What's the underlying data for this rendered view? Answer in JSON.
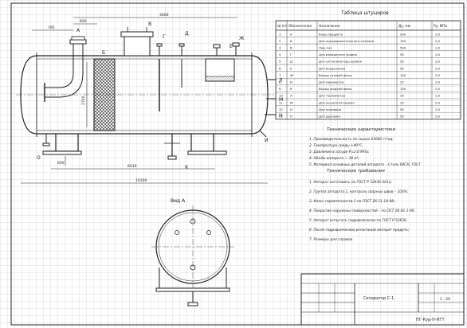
{
  "table": {
    "title": "Таблица штуцеров",
    "headers": [
      "№ п/п",
      "Обозначение",
      "Назначение",
      "Ду, мм",
      "Ру, МПа"
    ],
    "rows": [
      [
        "1",
        "А",
        "Вход продукта",
        "200",
        "2,0"
      ],
      [
        "2",
        "Б",
        "Для предохранительного клапана",
        "100",
        "2,0"
      ],
      [
        "3",
        "В",
        "Люк-лаз",
        "500",
        "2,0"
      ],
      [
        "4",
        "Г",
        "Для измерителя уровня",
        "50",
        "2,0"
      ],
      [
        "5",
        "Д",
        "Для сигнализатора уровня",
        "50",
        "2,0"
      ],
      [
        "6",
        "Е",
        "Для воздушника",
        "50",
        "2,0"
      ],
      [
        "7",
        "Ж",
        "Выход газовой фазы",
        "100",
        "2,0"
      ],
      [
        "8",
        "И",
        "Для манометра",
        "25",
        "2,0"
      ],
      [
        "9",
        "К",
        "Выход жидкой фазы",
        "150",
        "2,0"
      ],
      [
        "10",
        "Л",
        "Для термометра",
        "25",
        "2,0"
      ],
      [
        "11",
        "М",
        "Для указателя уровня",
        "25",
        "2,0"
      ],
      [
        "12",
        "Н",
        "Для пропарки",
        "50",
        "2,0"
      ],
      [
        "13",
        "О",
        "Для дренажа",
        "50",
        "2,0"
      ]
    ]
  },
  "tech_specs": {
    "title": "Технические характеристики",
    "items": [
      "1. Производительность по сырью 63000 т/год;",
      "2. Температура среды +40°С;",
      "3. Давление в сосуде Р=2,0 МПа;",
      "4. Объём аппарата ~ 38 м³;",
      "5. Материал основных деталей аппарата – Сталь 09Г2С ГОСТ"
    ]
  },
  "tech_req": {
    "title": "Технические требования",
    "items": [
      "1. Аппарат изготовить по ГОСТ Р 52630-2012;",
      "2. Группа аппарата 1, контроль сварных швов – 100%;",
      "3. Класс герметичности 3 по ГОСТ 26-11-14-88;",
      "4. Покрытие наружных поверхностей – по ОСТ 26-01-1-90;",
      "5. Аппарат испытать гидравлически по ГОСТ Р 52630;",
      "6. После гидравлических испытаний аппарат продуть;",
      "7. Размеры для справок."
    ]
  },
  "labels": {
    "view_a": "Вид А",
    "doc_code": "ПГ-Кур-Н-НГТ"
  },
  "nozzles": {
    "A": "А",
    "B": "Б",
    "V": "В",
    "G": "Г",
    "D": "Д",
    "E": "Е",
    "Zh": "Ж",
    "I": "И",
    "K": "К",
    "L": "Л",
    "M": "М",
    "N": "Н",
    "O": "О"
  },
  "dims": {
    "d795": "795",
    "d920": "920",
    "d3400": "3400",
    "d2700": "2700",
    "d690": "690",
    "d6410": "6410",
    "d10100": "10100"
  },
  "title_block": {
    "name": "Сепаратор С-1",
    "sheet": "1 : 20"
  }
}
